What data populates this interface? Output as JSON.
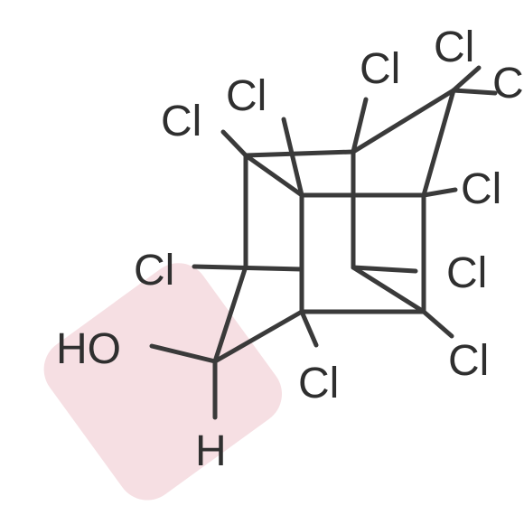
{
  "colors": {
    "highlight": "#f6dfe3",
    "bond": "#3a3a3a",
    "label": "#2f2f2f",
    "background": "#ffffff"
  },
  "atoms": {
    "cl_1": "Cl",
    "cl_2": "Cl",
    "cl_3": "Cl",
    "cl_4": "Cl",
    "cl_5": "C",
    "cl_6": "Cl",
    "cl_7": "Cl",
    "cl_8": "Cl",
    "cl_9": "Cl",
    "cl_10": "Cl",
    "hydroxyl": "HO",
    "hydrogen": "H"
  }
}
